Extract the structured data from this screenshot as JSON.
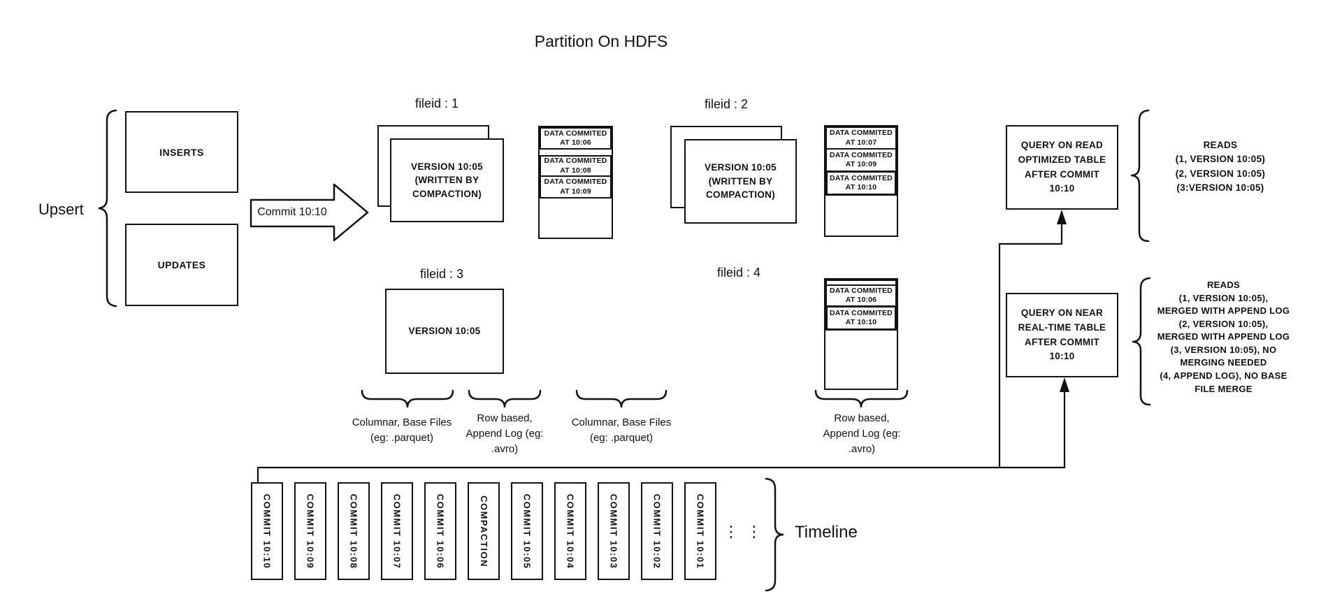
{
  "title": "Partition On HDFS",
  "colors": {
    "ink": "#111111",
    "paper": "#ffffff"
  },
  "upsert": {
    "label": "Upsert",
    "inserts": "INSERTS",
    "updates": "UPDATES"
  },
  "commit_arrow_label": "Commit 10:10",
  "files": {
    "f1": {
      "label": "fileid : 1",
      "version_text": "VERSION 10:05\n(WRITTEN BY\nCOMPACTION)"
    },
    "f2": {
      "label": "fileid : 2",
      "version_text": "VERSION 10:05\n(WRITTEN BY\nCOMPACTION)"
    },
    "f3": {
      "label": "fileid : 3",
      "version_text": "VERSION 10:05"
    },
    "f4": {
      "label": "fileid : 4"
    }
  },
  "logs": {
    "log1": {
      "entries": [
        "DATA COMMITED AT 10:06",
        "DATA COMMITED AT 10:08",
        "DATA COMMITED AT 10:09"
      ]
    },
    "log2": {
      "entries": [
        "DATA COMMITED AT 10:07",
        "DATA COMMITED AT 10:09",
        "DATA COMMITED AT 10:10"
      ]
    },
    "log4": {
      "entries": [
        "DATA COMMITED AT 10:06",
        "DATA COMMITED AT 10:10"
      ]
    }
  },
  "group_labels": {
    "columnar_1": "Columnar, Base Files\n(eg: .parquet)",
    "row_based_1": "Row based,\nAppend Log (eg:\n.avro)",
    "columnar_2": "Columnar, Base Files\n(eg: .parquet)",
    "row_based_2": "Row based,\nAppend Log (eg:\n.avro)"
  },
  "queries": {
    "read_optimized": {
      "box_text": "QUERY ON READ\nOPTIMIZED TABLE\nAFTER COMMIT\n10:10",
      "reads_title": "READS",
      "reads": [
        "(1, VERSION 10:05)",
        "(2, VERSION 10:05)",
        "(3:VERSION 10:05)"
      ]
    },
    "near_real_time": {
      "box_text": "QUERY ON NEAR\nREAL-TIME TABLE\nAFTER COMMIT\n10:10",
      "reads_title": "READS",
      "reads": [
        "(1, VERSION 10:05),",
        "MERGED WITH APPEND LOG",
        "(2, VERSION 10:05),",
        "MERGED WITH APPEND LOG",
        "(3, VERSION 10:05), NO",
        "MERGING NEEDED",
        "(4, APPEND LOG), NO BASE",
        "FILE MERGE"
      ]
    }
  },
  "timeline": {
    "label": "Timeline",
    "items": [
      "COMMIT 10:10",
      "COMMIT 10:09",
      "COMMIT 10:08",
      "COMMIT 10:07",
      "COMMIT 10:06",
      "COMPACTION",
      "COMMIT 10:05",
      "COMMIT 10:04",
      "COMMIT 10:03",
      "COMMIT 10:02",
      "COMMIT 10:01"
    ],
    "ellipsis": "⋮"
  }
}
